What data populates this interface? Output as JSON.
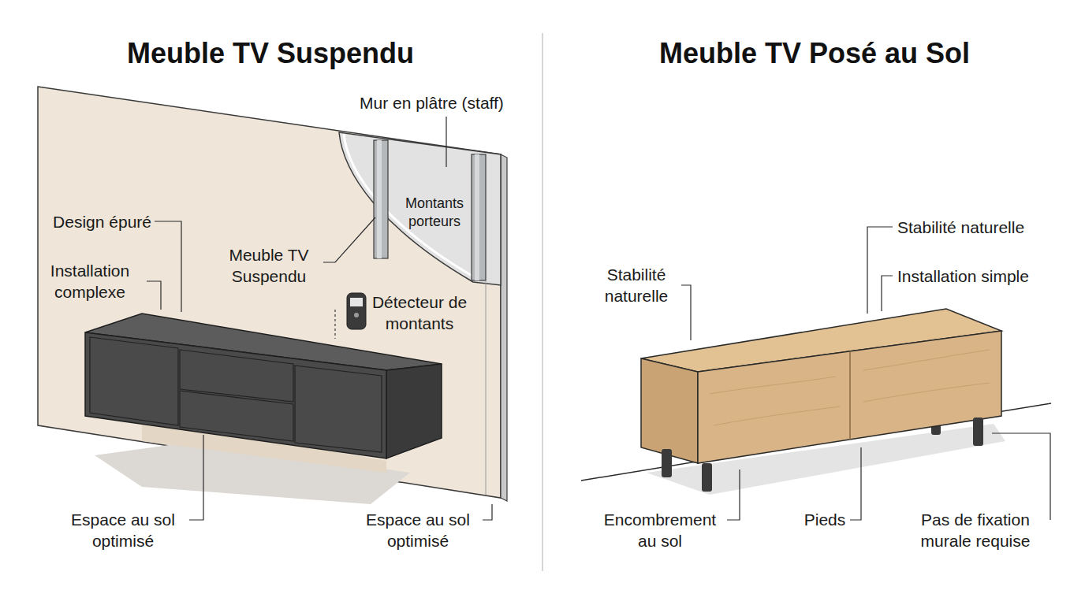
{
  "diagram": {
    "labels": [
      "Meuble TV Suspendu",
      "Mur en plâtre (staff)",
      "Design épuré",
      "Montants porteurs",
      "Installation complexe",
      "Meuble TV Suspendu",
      "Détecteur de montants",
      "Espace au sol optimisé",
      "Espace au sol optimisé",
      "Meuble TV Posé au Sol",
      "Stabilité naturelle",
      "Stabilité naturelle",
      "Installation simple",
      "Encombrement au sol",
      "Pieds",
      "Pas de fixation murale requise"
    ]
  }
}
